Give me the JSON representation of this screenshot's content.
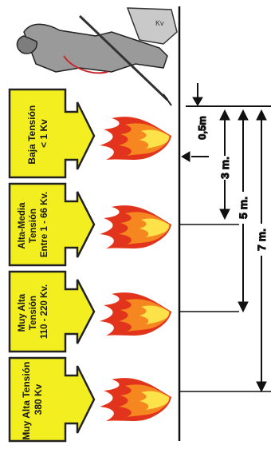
{
  "voltage_levels": [
    {
      "line1": "Baja Tensión",
      "line2": "< 1 Kv",
      "line3": ""
    },
    {
      "line1": "Alta-Media",
      "line2": "Tensión",
      "line3": "Entre 1 - 66 Kv."
    },
    {
      "line1": "Muy Alta",
      "line2": "Tensión",
      "line3": "110 - 220 Kv."
    },
    {
      "line1": "Muy Alta Tensión",
      "line2": "380 Kv",
      "line3": ""
    }
  ],
  "distances": {
    "d1": "0,5m",
    "d2": "3 m.",
    "d3": "5 m.",
    "d4": "7 m."
  },
  "colors": {
    "label_fill": "#f2ee1f",
    "label_stroke": "#222222",
    "flame_outer": "#e2341d",
    "flame_mid": "#f6861f",
    "flame_inner": "#fde24a"
  }
}
